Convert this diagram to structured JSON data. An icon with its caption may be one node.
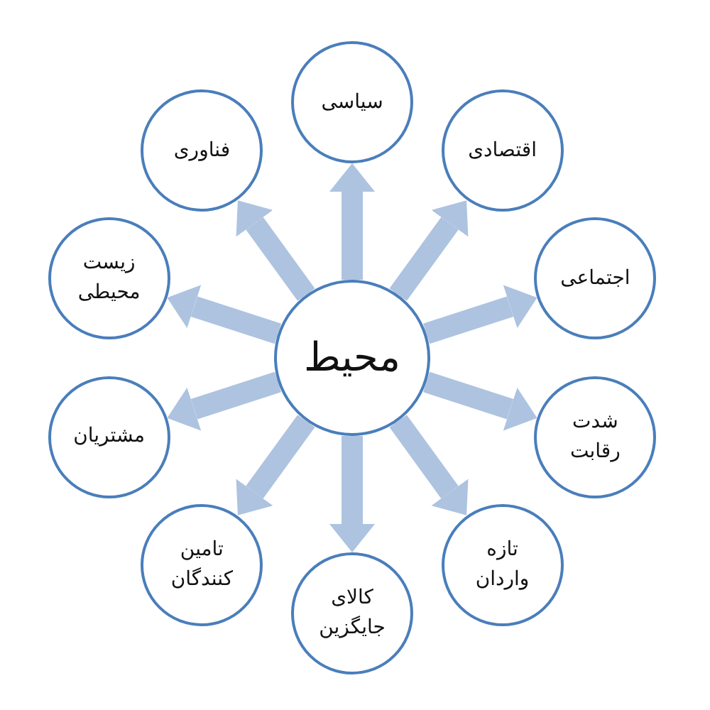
{
  "diagram": {
    "nodes": [
      {
        "text": [
          "محیط"
        ]
      },
      {
        "text": [
          "سیاسی"
        ]
      },
      {
        "text": [
          "اقتصادی"
        ]
      },
      {
        "text": [
          "اجتماعی"
        ]
      },
      {
        "text": [
          "شدت رقابت"
        ]
      },
      {
        "text": [
          "تازه واردان"
        ]
      },
      {
        "text": [
          "کالای جایگزین"
        ]
      },
      {
        "text": [
          "تامین کنندگان"
        ]
      },
      {
        "text": [
          "مشتریان"
        ]
      },
      {
        "text": [
          "زیست محیطی"
        ]
      },
      {
        "text": [
          "فناوری"
        ]
      }
    ],
    "edges": [
      {
        "from": 0,
        "to": 1,
        "arrow": "to"
      },
      {
        "from": 0,
        "to": 2,
        "arrow": "to"
      },
      {
        "from": 0,
        "to": 3,
        "arrow": "to"
      },
      {
        "from": 0,
        "to": 4,
        "arrow": "to"
      },
      {
        "from": 0,
        "to": 5,
        "arrow": "to"
      },
      {
        "from": 0,
        "to": 6,
        "arrow": "to"
      },
      {
        "from": 0,
        "to": 7,
        "arrow": "to"
      },
      {
        "from": 0,
        "to": 8,
        "arrow": "to"
      },
      {
        "from": 0,
        "to": 9,
        "arrow": "to"
      },
      {
        "from": 0,
        "to": 10,
        "arrow": "to"
      }
    ]
  }
}
